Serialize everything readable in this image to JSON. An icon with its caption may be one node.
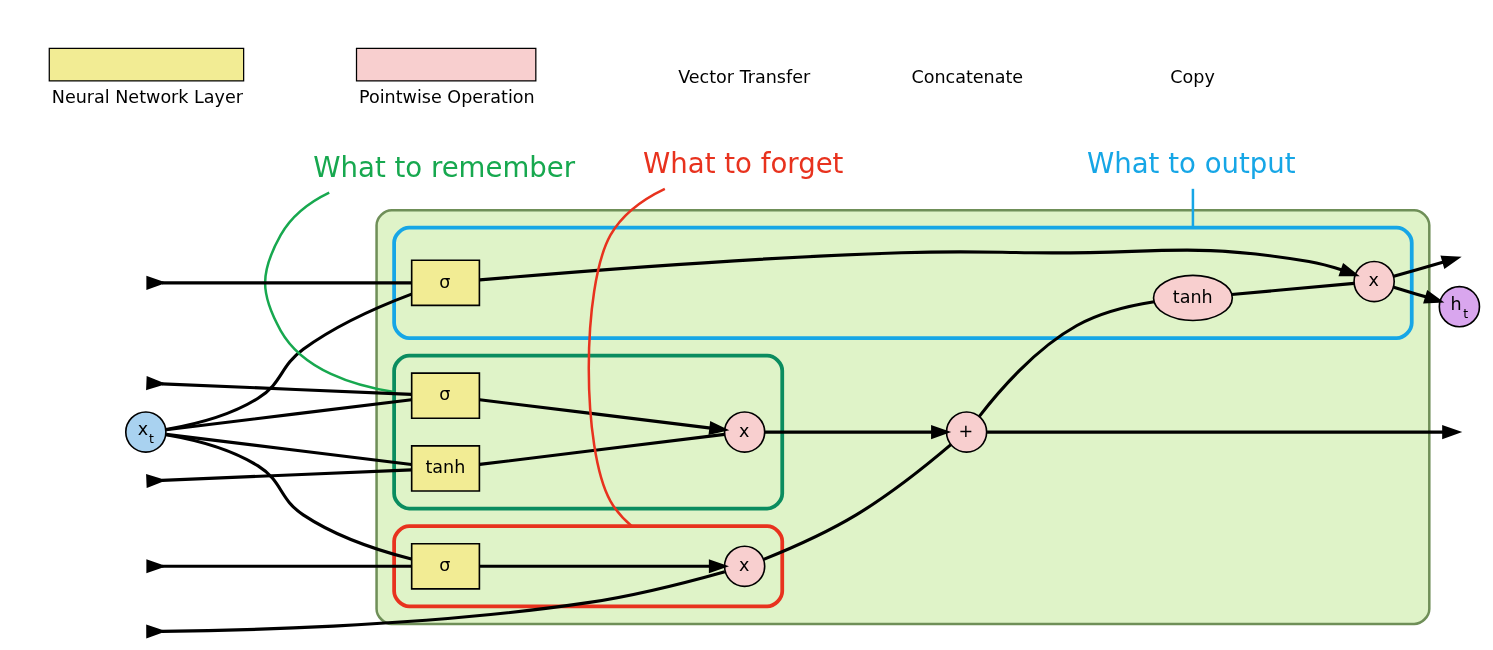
{
  "diagram": {
    "nodes": [
      {
        "text": [],
        "shape": "box"
      },
      {
        "text": [],
        "shape": "box",
        "in": 0
      },
      {
        "text": [],
        "shape": "box",
        "in": 0
      },
      {
        "text": [],
        "shape": "box",
        "in": 0
      },
      {
        "text": [
          "x"
        ],
        "in": 1
      },
      {
        "text": [
          "σ"
        ],
        "in": 1
      },
      {
        "text": [
          "+"
        ],
        "in": 0
      },
      {
        "text": [
          "σ"
        ],
        "in": 2
      },
      {
        "text": [
          "x"
        ],
        "in": 2
      },
      {
        "text": [
          "tanh"
        ],
        "in": 2
      },
      {
        "text": [
          "tanh"
        ],
        "in": 3
      },
      {
        "text": [
          "x"
        ],
        "in": 3
      },
      {
        "text": [
          "σ"
        ],
        "in": 3
      },
      {
        "text": [
          "h$_{t}$"
        ]
      },
      {
        "text": [
          "x$_{t}$"
        ]
      },
      {
        "text": [
          "What to forget"
        ]
      },
      {
        "text": [
          "What to remember"
        ]
      },
      {
        "text": [
          "What to output"
        ]
      }
    ],
    "edges": [
      {
        "from": null,
        "to": 4,
        "arrow": "to"
      },
      {
        "from": 4,
        "to": 6,
        "arrow": "none"
      },
      {
        "from": 6,
        "to": null,
        "arrow": "to"
      },
      {
        "from": 6,
        "to": 10,
        "arrow": "none"
      },
      {
        "from": null,
        "to": 5,
        "arrow": "to"
      },
      {
        "from": null,
        "to": 7,
        "arrow": "to"
      },
      {
        "from": null,
        "to": 9,
        "arrow": "to"
      },
      {
        "from": null,
        "to": 12,
        "arrow": "to"
      },
      {
        "from": 14,
        "to": 5,
        "arrow": "none"
      },
      {
        "from": 14,
        "to": 7,
        "arrow": "none"
      },
      {
        "from": 14,
        "to": 9,
        "arrow": "none"
      },
      {
        "from": 14,
        "to": 12,
        "arrow": "none"
      },
      {
        "from": 5,
        "to": 4,
        "arrow": "to"
      },
      {
        "from": 7,
        "to": 8,
        "arrow": "to"
      },
      {
        "from": 9,
        "to": 8,
        "arrow": "none"
      },
      {
        "from": 8,
        "to": 6,
        "arrow": "to"
      },
      {
        "from": 12,
        "to": 11,
        "arrow": "to"
      },
      {
        "from": 10,
        "to": 11,
        "arrow": "none"
      },
      {
        "from": 11,
        "to": null,
        "arrow": "to"
      },
      {
        "from": 11,
        "to": 13,
        "arrow": "to"
      },
      {
        "from": 15,
        "to": 1,
        "arrow": "none",
        "color": "#e8321e"
      },
      {
        "from": 16,
        "to": 2,
        "arrow": "none",
        "color": "#17a84f"
      },
      {
        "from": 17,
        "to": 3,
        "arrow": "none",
        "color": "#16a6e6"
      }
    ],
    "legend": [
      {
        "text": "Neural Network Layer",
        "color": "#f2ec94"
      },
      {
        "text": "Pointwise Operation",
        "color": "#f8cfcf"
      },
      {
        "text": "Vector Transfer"
      },
      {
        "text": "Concatenate"
      },
      {
        "text": "Copy"
      }
    ]
  }
}
